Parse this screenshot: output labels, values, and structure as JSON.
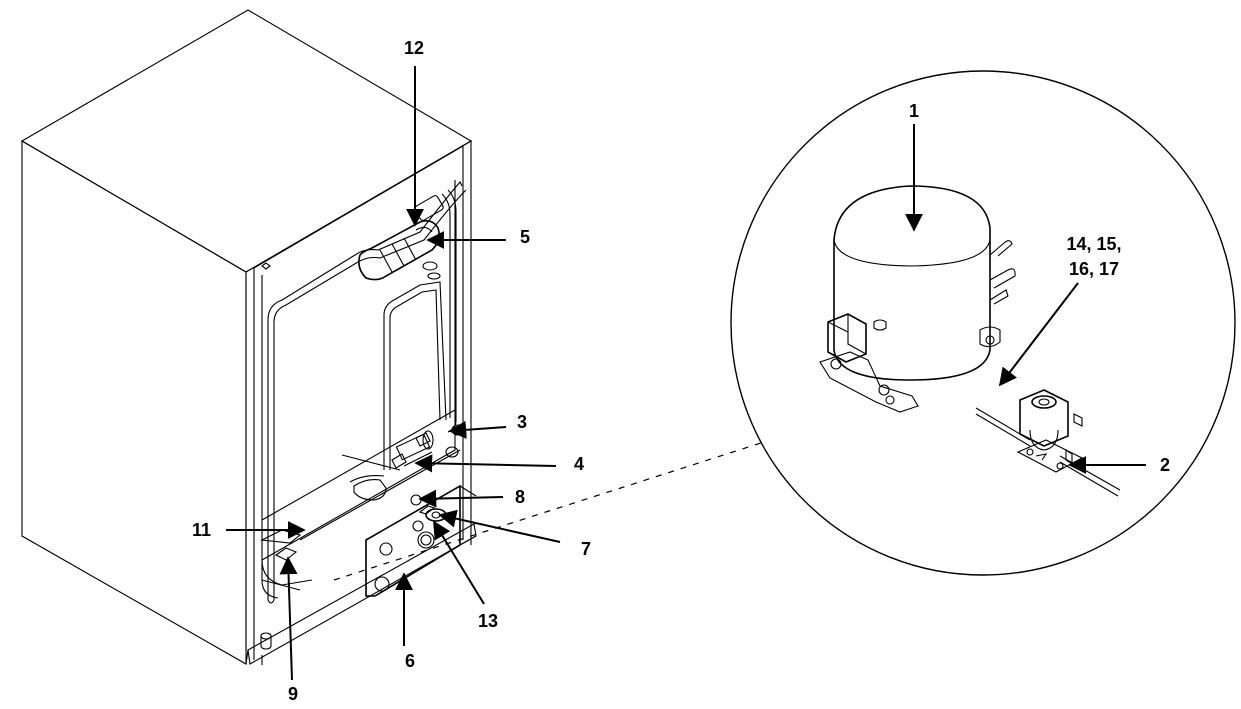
{
  "diagram": {
    "callouts": {
      "c1": "1",
      "c2": "2",
      "c3": "3",
      "c4": "4",
      "c5": "5",
      "c6": "6",
      "c7": "7",
      "c8": "8",
      "c9": "9",
      "c11": "11",
      "c12": "12",
      "c13": "13",
      "c14a": "14, 15,",
      "c14b": "16, 17"
    }
  }
}
